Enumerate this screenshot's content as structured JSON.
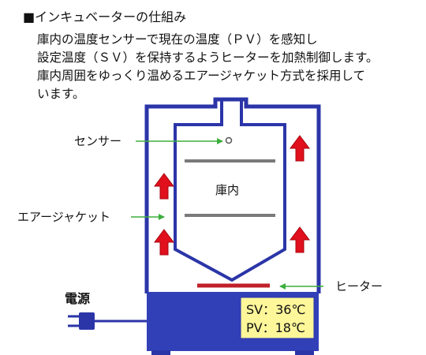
{
  "heading": "■インキュベーターの仕組み",
  "description": [
    "庫内の温度センサーで現在の温度（ＰＶ）を感知し",
    "設定温度（ＳＶ）を保持するようヒーターを加熱制御します。",
    "庫内周囲をゆっくり温めるエアージャケット方式を採用して",
    "います。"
  ],
  "labels": {
    "sensor": "センサー",
    "chamber": "庫内",
    "air_jacket": "エアージャケット",
    "heater": "ヒーター",
    "power": "電源"
  },
  "display": {
    "sv": "SV：36℃",
    "pv": "PV：18℃"
  },
  "colors": {
    "frame": "#2b35a8",
    "base": "#3240b8",
    "display_bg": "#fdf79a",
    "arrow": "#e0101c",
    "heater": "#c0202a",
    "shelf": "#7a7a7a",
    "pointer": "#3cae3c"
  }
}
